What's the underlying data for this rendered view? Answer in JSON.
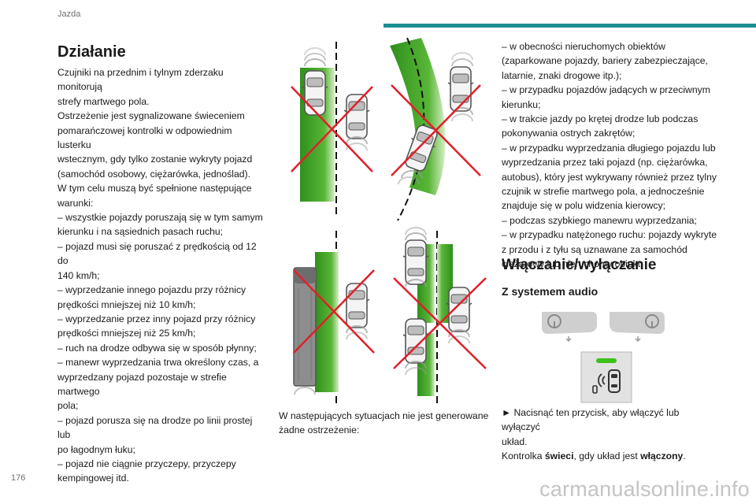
{
  "header": {
    "section": "Jazda"
  },
  "page_number": "176",
  "watermark": "carmanualsonline.info",
  "left_column": {
    "title": "Działanie",
    "lines": [
      "Czujniki na przednim i tylnym zderzaku monitorują",
      "strefy martwego pola.",
      "Ostrzeżenie jest sygnalizowane świeceniem",
      "pomarańczowej kontrolki w odpowiednim lusterku",
      "wstecznym, gdy tylko zostanie wykryty pojazd",
      "(samochód osobowy, ciężarówka, jednoślad).",
      "W tym celu muszą być spełnione następujące",
      "warunki:",
      "–  wszystkie pojazdy poruszają się w tym samym",
      "kierunku i na sąsiednich pasach ruchu;",
      "–  pojazd musi się poruszać z prędkością od 12 do",
      "140 km/h;",
      "–  wyprzedzanie innego pojazdu przy różnicy",
      "prędkości mniejszej niż 10 km/h;",
      "–  wyprzedzanie przez inny pojazd przy różnicy",
      "prędkości mniejszej niż 25 km/h;",
      "–  ruch na drodze odbywa się w sposób płynny;",
      "–  manewr wyprzedzania trwa określony czas, a",
      "wyprzedzany pojazd pozostaje w strefie martwego",
      "pola;",
      "–  pojazd porusza się na drodze po linii prostej lub",
      "po łagodnym łuku;",
      "–  pojazd nie ciągnie przyczepy, przyczepy",
      "kempingowej itd."
    ]
  },
  "middle_column": {
    "caption": "W następujących sytuacjach nie jest generowane żadne ostrzeżenie:"
  },
  "right_column": {
    "lines": [
      "–  w obecności nieruchomych obiektów",
      "(zaparkowane pojazdy, bariery zabezpieczające,",
      "latarnie, znaki drogowe itp.);",
      "–  w przypadku pojazdów jadących w przeciwnym",
      "kierunku;",
      "–  w trakcie jazdy po krętej drodze lub podczas",
      "pokonywania ostrych zakrętów;",
      "–  w przypadku wyprzedzania długiego pojazdu lub",
      "wyprzedzania przez taki pojazd (np. ciężarówka,",
      "autobus), który jest wykrywany również przez tylny",
      "czujnik w strefie martwego pola, a jednocześnie",
      "znajduje się w polu widzenia kierowcy;",
      "–  podczas szybkiego manewru wyprzedzania;",
      "–  w przypadku natężonego ruchu: pojazdy wykryte",
      "z przodu i z tyłu są uznawane za samochód",
      "ciężarowy lub nieruchomy obiekt."
    ],
    "section_title": "Włączanie/wyłączanie",
    "subsection_title": "Z systemem audio",
    "press_line1": "►  Nacisnąć ten przycisk, aby włączyć lub wyłączyć",
    "press_line2": "układ.",
    "indicator_prefix": "Kontrolka ",
    "indicator_bold1": "świeci",
    "indicator_mid": ", gdy układ jest ",
    "indicator_bold2": "włączony",
    "indicator_suffix": "."
  },
  "colors": {
    "accent": "#1b8f93",
    "zone_green": "#3a9e22",
    "cross_red": "#e0202a",
    "indicator_green": "#3ec01a"
  }
}
